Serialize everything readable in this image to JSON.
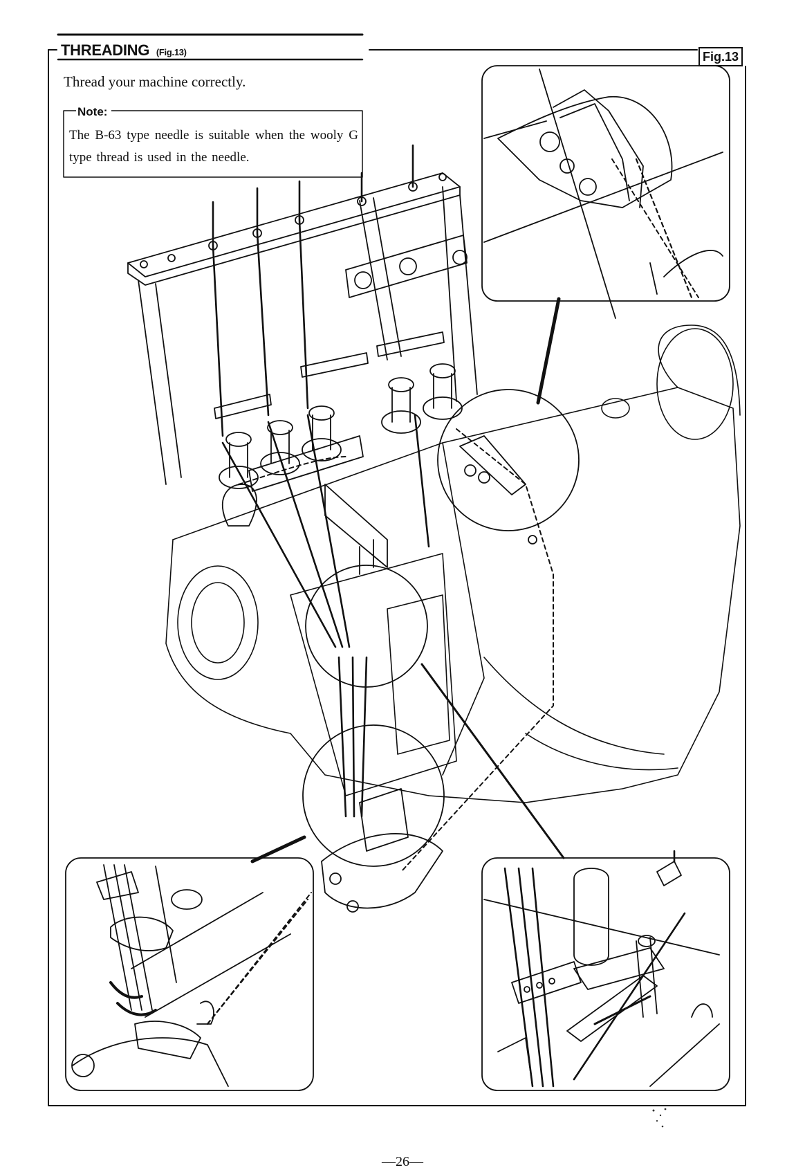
{
  "section": {
    "title": "THREADING",
    "figure_ref": "(Fig.13)"
  },
  "intro": "Thread your machine correctly.",
  "note": {
    "label": "Note:",
    "text": "The B-63 type needle is suitable when the wooly G type thread is used in the needle."
  },
  "figure": {
    "label": "Fig.13"
  },
  "footer": {
    "page_number": "—26—"
  }
}
